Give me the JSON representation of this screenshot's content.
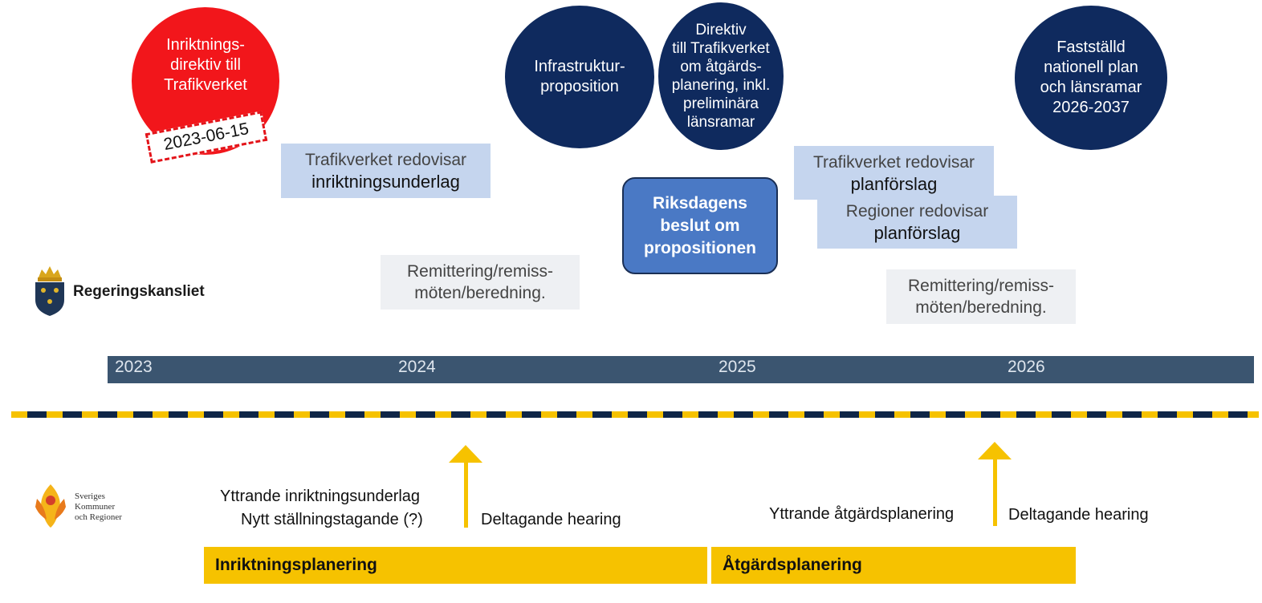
{
  "circles": {
    "directive": "Inriktnings-\ndirektiv till\nTrafikverket",
    "infra": "Infrastruktur-\nproposition",
    "directive2": "Direktiv\ntill Trafikverket\nom åtgärds-\nplanering, inkl.\npreliminära\nlänsramar",
    "final": "Fastställd\nnationell plan\noch länsramar\n2026-2037"
  },
  "date_stamp": "2023-06-15",
  "boxes": {
    "tv_inriktning": {
      "line1": "Trafikverket redovisar",
      "line2": "inriktningsunderlag"
    },
    "tv_plan": {
      "line1": "Trafikverket redovisar",
      "line2": "planförslag"
    },
    "reg_plan": {
      "line1": "Regioner redovisar",
      "line2": "planförslag"
    },
    "remiss1": {
      "line1": "Remittering/remiss-",
      "line2": "möten/beredning."
    },
    "remiss2": {
      "line1": "Remittering/remiss-",
      "line2": "möten/beredning."
    }
  },
  "decision": "Riksdagens\nbeslut om\npropositionen",
  "logos": {
    "regeringskansliet": "Regeringskansliet",
    "skl": "Sveriges\nKommuner\noch Regioner"
  },
  "years": [
    "2023",
    "2024",
    "2025",
    "2026"
  ],
  "skl_events": {
    "yttrande1": "Yttrande inriktningsunderlag",
    "stallning": "Nytt ställningstagande (?)",
    "hearing1": "Deltagande hearing",
    "yttrande2": "Yttrande åtgärdsplanering",
    "hearing2": "Deltagande hearing"
  },
  "phases": {
    "inriktning": "Inriktningsplanering",
    "atgard": "Åtgärdsplanering"
  },
  "colors": {
    "red": "#f2161b",
    "navy": "#0f2a5e",
    "light_blue": "#c5d5ee",
    "decision_blue": "#4a79c5",
    "timeline": "#3b5570",
    "yellow": "#f6c200"
  }
}
